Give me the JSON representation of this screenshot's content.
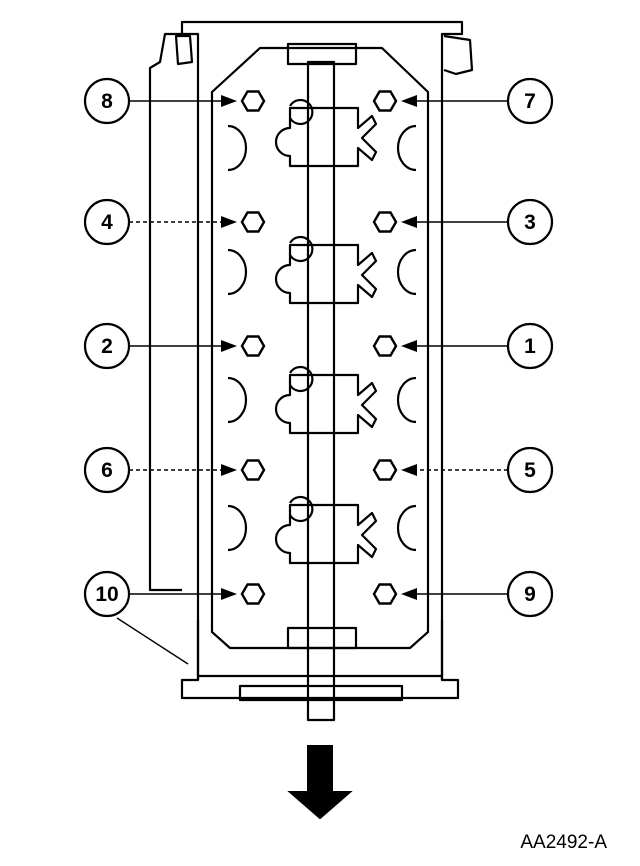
{
  "figure": {
    "id_label": "AA2492-A",
    "ink_color": "#000000",
    "paper_color": "#ffffff"
  },
  "callouts": {
    "left_column": [
      "8",
      "4",
      "2",
      "6",
      "10"
    ],
    "right_column": [
      "7",
      "3",
      "1",
      "5",
      "9"
    ]
  },
  "icons": {
    "bolt": "hexagon-bolt-icon",
    "direction": "down-arrow-icon"
  }
}
